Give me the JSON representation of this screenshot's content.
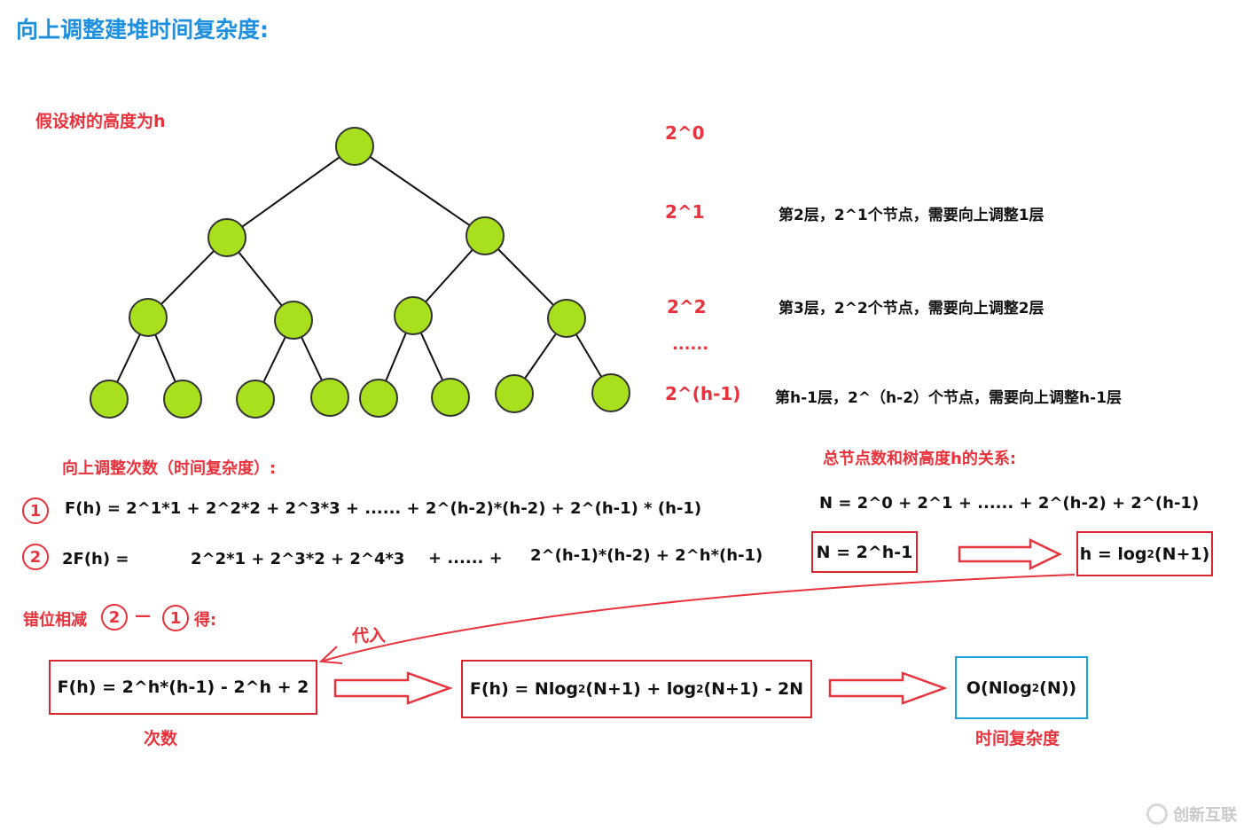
{
  "title": "向上调整建堆时间复杂度:",
  "tree_label": "假设树的高度为h",
  "tree": {
    "node_color": "#a8e01e",
    "node_stroke": "#333333",
    "levels": 4
  },
  "levels": [
    {
      "count": "2^0",
      "desc": ""
    },
    {
      "count": "2^1",
      "desc": "第2层，2^1个节点，需要向上调整1层"
    },
    {
      "count": "2^2",
      "desc": "第3层，2^2个节点，需要向上调整2层"
    },
    {
      "count": "......",
      "desc": ""
    },
    {
      "count": "2^(h-1)",
      "desc": "第h-1层，2^（h-2）个节点，需要向上调整h-1层"
    }
  ],
  "count_label": "向上调整次数（时间复杂度）:",
  "eq1": {
    "marker": "1",
    "text": "F(h) = 2^1*1 + 2^2*2 + 2^3*3 + ...... + 2^(h-2)*(h-2) + 2^(h-1) * (h-1)"
  },
  "eq2": {
    "marker": "2",
    "lhs": "2F(h) =",
    "part1": "2^2*1 + 2^3*2 + 2^4*3",
    "part2": "+ ...... +",
    "part3": "2^(h-1)*(h-2) + 2^h*(h-1)"
  },
  "subtract": {
    "label": "错位相减",
    "a": "2",
    "dash": "—",
    "b": "1",
    "suffix": "得:"
  },
  "relation": {
    "label": "总节点数和树高度h的关系:",
    "sum": "N = 2^0 + 2^1 + ...... + 2^(h-2) + 2^(h-1)",
    "box1": "N = 2^h-1",
    "box2_pre": "h = log",
    "box2_sub": "2",
    "box2_post": "(N+1)"
  },
  "substitute_label": "代入",
  "result1": {
    "text": "F(h) = 2^h*(h-1) - 2^h + 2",
    "caption": "次数"
  },
  "result2": {
    "pre": "F(h) = Nlog",
    "sub1": "2",
    "mid": "(N+1) + log",
    "sub2": "2",
    "post": "(N+1) - 2N"
  },
  "result3": {
    "pre": "O(Nlog",
    "sub": "2",
    "post": "(N))",
    "caption": "时间复杂度"
  },
  "watermark": "创新互联",
  "colors": {
    "title": "#1e90e0",
    "accent_red": "#e8323c",
    "box_blue": "#1aa3dc"
  }
}
